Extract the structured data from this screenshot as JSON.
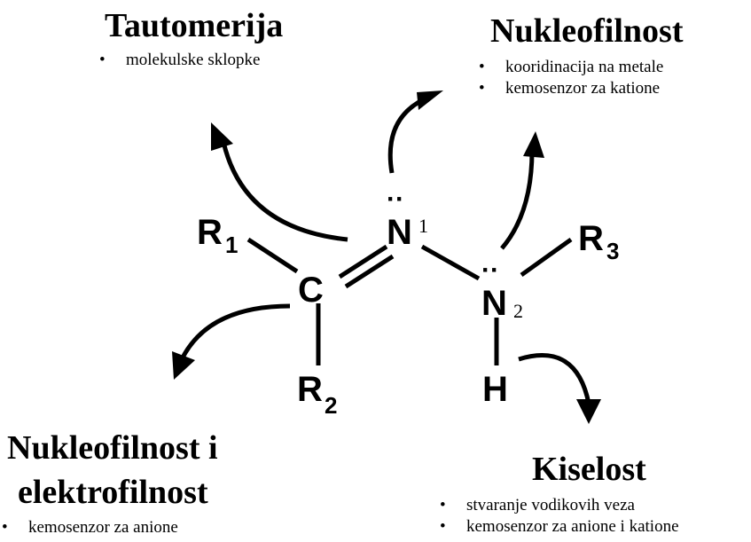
{
  "colors": {
    "ink": "#000000",
    "background": "#ffffff"
  },
  "sections": {
    "tautomerija": {
      "title": "Tautomerija",
      "bullets": [
        "molekulske sklopke"
      ]
    },
    "nukleofilnost_top": {
      "title": "Nukleofilnost",
      "bullets": [
        "kooridinacija na metale",
        "kemosenzor za katione"
      ]
    },
    "nukleofilnost_elektrofilnost": {
      "title_line1": "Nukleofilnost i",
      "title_line2": "elektrofilnost",
      "bullets": [
        "kemosenzor za anione"
      ]
    },
    "kiselost": {
      "title": "Kiselost",
      "bullets": [
        "stvaranje vodikovih veza",
        "kemosenzor za anione i katione"
      ]
    }
  },
  "molecule": {
    "atoms": {
      "r1": {
        "symbol": "R",
        "subscript": "1"
      },
      "r2": {
        "symbol": "R",
        "subscript": "2"
      },
      "r3": {
        "symbol": "R",
        "subscript": "3"
      },
      "c": {
        "symbol": "C"
      },
      "n1": {
        "symbol": "N",
        "subscript": "1",
        "lone_pair": "··"
      },
      "n2": {
        "symbol": "N",
        "subscript": "2",
        "lone_pair": "··"
      },
      "h": {
        "symbol": "H"
      }
    }
  }
}
